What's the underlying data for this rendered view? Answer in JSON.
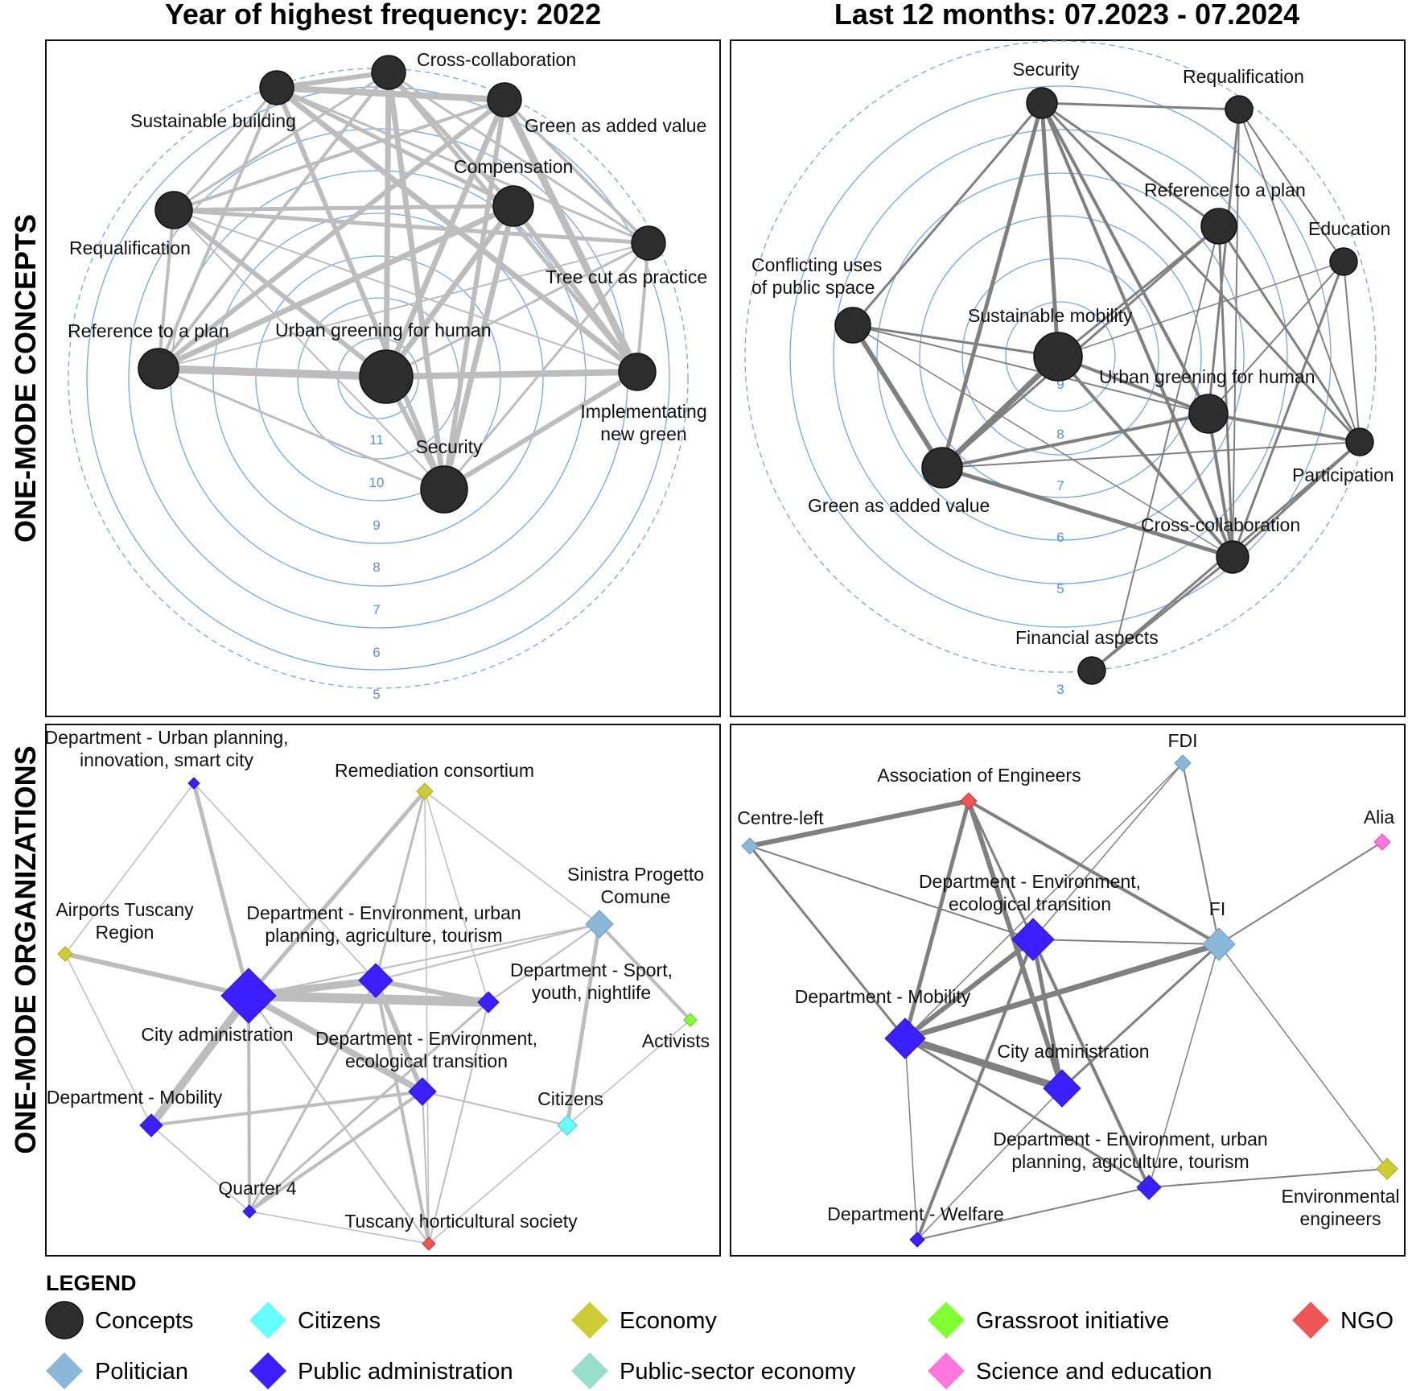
{
  "column_titles": [
    "Year of highest frequency: 2022",
    "Last 12 months: 07.2023 - 07.2024"
  ],
  "row_titles": [
    "ONE-MODE CONCEPTS",
    "ONE-MODE ORGANIZATIONS"
  ],
  "colors": {
    "concepts": "#2d2d2d",
    "edge_left": "#bdbdbd",
    "edge_right": "#808080",
    "ring": "#6fa8e6",
    "ring_dashed": "#6fa8e6",
    "Citizens": "#66ffff",
    "Economy": "#cccc33",
    "Grassroot initiative": "#80ff33",
    "NGO": "#ee5555",
    "Politician": "#8ab8d8",
    "Public administration": "#3b1fff",
    "Public-sector economy": "#99ddcc",
    "Science and education": "#ff77dd"
  },
  "legend": {
    "title": "LEGEND",
    "items": [
      {
        "label": "Concepts",
        "shape": "circle",
        "color": "#2d2d2d"
      },
      {
        "label": "Citizens",
        "shape": "diamond",
        "color": "#66ffff"
      },
      {
        "label": "Economy",
        "shape": "diamond",
        "color": "#cccc33"
      },
      {
        "label": "Grassroot initiative",
        "shape": "diamond",
        "color": "#80ff33"
      },
      {
        "label": "NGO",
        "shape": "diamond",
        "color": "#ee5555"
      },
      {
        "label": "Politician",
        "shape": "diamond",
        "color": "#8ab8d8"
      },
      {
        "label": "Public administration",
        "shape": "diamond",
        "color": "#3b1fff"
      },
      {
        "label": "Public-sector economy",
        "shape": "diamond",
        "color": "#99ddcc"
      },
      {
        "label": "Science and education",
        "shape": "diamond",
        "color": "#ff77dd"
      }
    ]
  },
  "panels": {
    "concepts_2022": {
      "ring_labels": [
        "11",
        "10",
        "9",
        "8",
        "7",
        "6",
        "5"
      ],
      "nodes": [
        {
          "id": "cross",
          "label": "Cross-collaboration"
        },
        {
          "id": "sustb",
          "label": "Sustainable building"
        },
        {
          "id": "green",
          "label": "Green as added value"
        },
        {
          "id": "comp",
          "label": "Compensation"
        },
        {
          "id": "requal",
          "label": "Requalification"
        },
        {
          "id": "tree",
          "label": "Tree cut as practice"
        },
        {
          "id": "ref",
          "label": "Reference to a plan"
        },
        {
          "id": "urban",
          "label": "Urban greening for human"
        },
        {
          "id": "impl",
          "label": [
            "Implementating",
            "new green"
          ]
        },
        {
          "id": "sec",
          "label": "Security"
        }
      ]
    },
    "concepts_recent": {
      "ring_labels": [
        "9",
        "8",
        "7",
        "6",
        "5",
        "3"
      ],
      "nodes": [
        {
          "id": "sec",
          "label": "Security"
        },
        {
          "id": "requal",
          "label": "Requalification"
        },
        {
          "id": "ref",
          "label": "Reference to a plan"
        },
        {
          "id": "edu",
          "label": "Education"
        },
        {
          "id": "conf",
          "label": [
            "Conflicting uses",
            "of public space"
          ]
        },
        {
          "id": "sust",
          "label": "Sustainable mobility"
        },
        {
          "id": "urban",
          "label": "Urban greening for human"
        },
        {
          "id": "part",
          "label": "Participation"
        },
        {
          "id": "green",
          "label": "Green as added value"
        },
        {
          "id": "cross",
          "label": "Cross-collaboration"
        },
        {
          "id": "fin",
          "label": "Financial aspects"
        }
      ]
    },
    "orgs_2022": {
      "nodes": [
        {
          "id": "dup",
          "label": [
            "Department - Urban planning,",
            "innovation, smart city"
          ],
          "category": "Public administration"
        },
        {
          "id": "rem",
          "label": "Remediation consortium",
          "category": "Economy"
        },
        {
          "id": "spc",
          "label": [
            "Sinistra Progetto",
            "Comune"
          ],
          "category": "Politician"
        },
        {
          "id": "air",
          "label": [
            "Airports Tuscany",
            "Region"
          ],
          "category": "Economy"
        },
        {
          "id": "deu",
          "label": [
            "Department - Environment, urban",
            "planning, agriculture, tourism"
          ],
          "category": "Public administration"
        },
        {
          "id": "dsp",
          "label": [
            "Department - Sport,",
            "youth, nightlife"
          ],
          "category": "Public administration"
        },
        {
          "id": "city",
          "label": "City administration",
          "category": "Public administration"
        },
        {
          "id": "act",
          "label": "Activists",
          "category": "Grassroot initiative"
        },
        {
          "id": "dee",
          "label": [
            "Department - Environment,",
            "ecological transition"
          ],
          "category": "Public administration"
        },
        {
          "id": "dmob",
          "label": "Department - Mobility",
          "category": "Public administration"
        },
        {
          "id": "cit",
          "label": "Citizens",
          "category": "Citizens"
        },
        {
          "id": "q4",
          "label": "Quarter 4",
          "category": "Public administration"
        },
        {
          "id": "ths",
          "label": "Tuscany horticultural society",
          "category": "NGO"
        }
      ]
    },
    "orgs_recent": {
      "nodes": [
        {
          "id": "fdi",
          "label": "FDI",
          "category": "Politician"
        },
        {
          "id": "aoe",
          "label": "Association of Engineers",
          "category": "NGO"
        },
        {
          "id": "cl",
          "label": "Centre-left",
          "category": "Politician"
        },
        {
          "id": "alia",
          "label": "Alia",
          "category": "Science and education"
        },
        {
          "id": "dee",
          "label": [
            "Department - Environment,",
            "ecological transition"
          ],
          "category": "Public administration"
        },
        {
          "id": "fi",
          "label": "FI",
          "category": "Politician"
        },
        {
          "id": "dmob",
          "label": "Department - Mobility",
          "category": "Public administration"
        },
        {
          "id": "city",
          "label": "City administration",
          "category": "Public administration"
        },
        {
          "id": "deu",
          "label": [
            "Department - Environment, urban",
            "planning, agriculture, tourism"
          ],
          "category": "Public administration"
        },
        {
          "id": "env",
          "label": [
            "Environmental",
            "engineers"
          ],
          "category": "Economy"
        },
        {
          "id": "dwel",
          "label": "Department - Welfare",
          "category": "Public administration"
        }
      ]
    }
  }
}
